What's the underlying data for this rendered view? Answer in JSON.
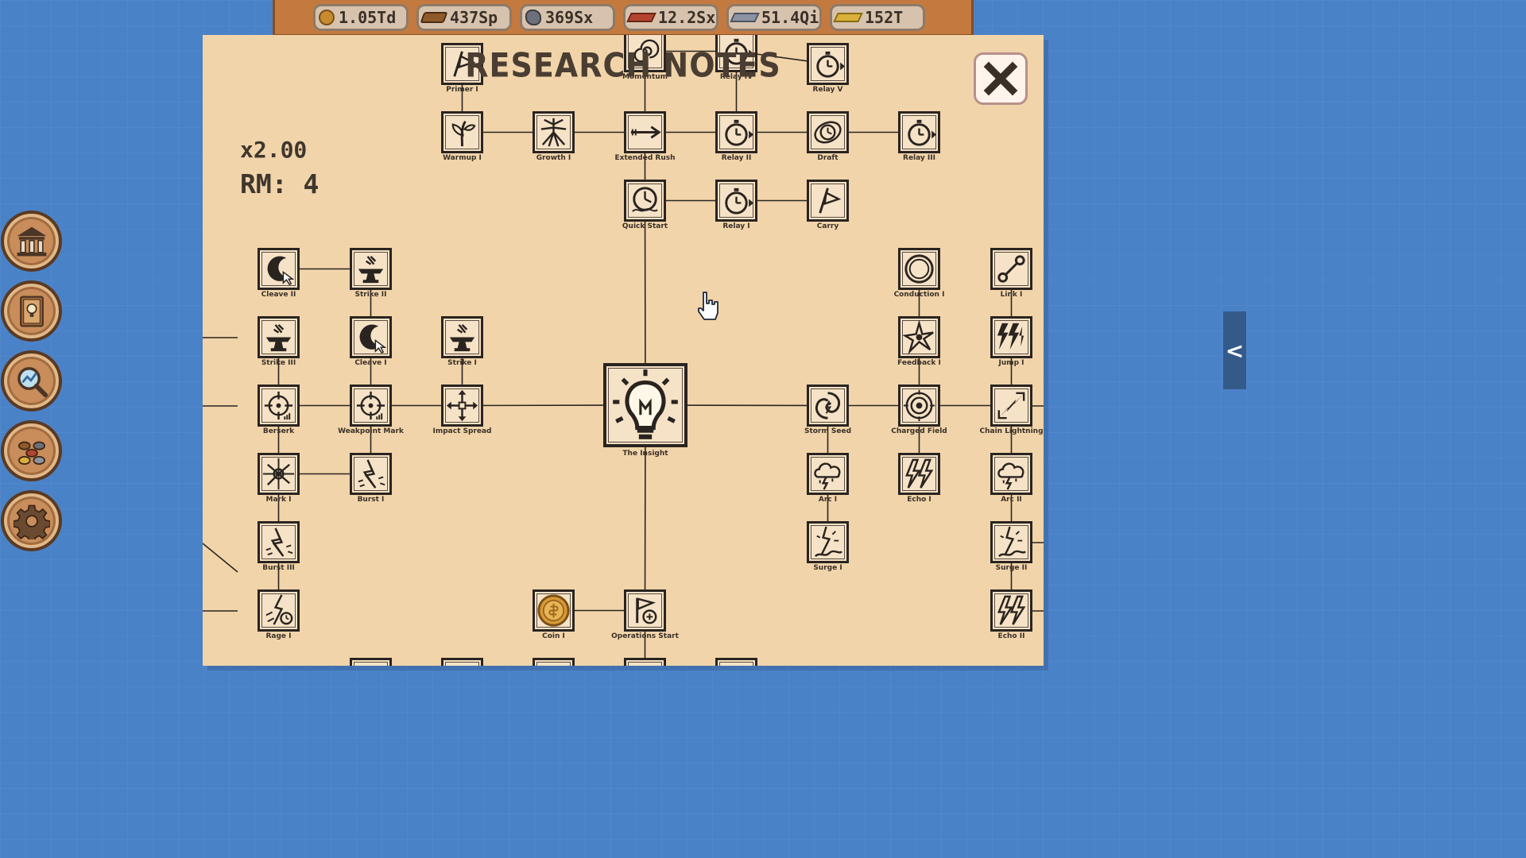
{
  "resources": [
    {
      "name": "coin",
      "value": "1.05Td",
      "icon": "coin-icon"
    },
    {
      "name": "wood",
      "value": "437Sp",
      "icon": "wood-log-icon"
    },
    {
      "name": "stone",
      "value": "369Sx",
      "icon": "stone-icon"
    },
    {
      "name": "brick",
      "value": "12.2Sx",
      "icon": "brick-icon"
    },
    {
      "name": "iron",
      "value": "51.4Qi",
      "icon": "iron-bar-icon"
    },
    {
      "name": "gold",
      "value": "152T",
      "icon": "gold-bar-icon"
    }
  ],
  "panel": {
    "title": "RESEARCH NOTES",
    "multiplier": "x2.00",
    "rm": "RM: 4"
  },
  "nodes": [
    {
      "id": "primer-1",
      "label": "Primer I",
      "icon": "flag-icon"
    },
    {
      "id": "momentum",
      "label": "Momentum",
      "icon": "spiral-icon"
    },
    {
      "id": "relay-4",
      "label": "Relay IV",
      "icon": "stopwatch-icon"
    },
    {
      "id": "relay-5",
      "label": "Relay V",
      "icon": "stopwatch-icon"
    },
    {
      "id": "warmup-1",
      "label": "Warmup I",
      "icon": "sprout-icon"
    },
    {
      "id": "growth-1",
      "label": "Growth I",
      "icon": "roots-icon"
    },
    {
      "id": "extended-rush",
      "label": "Extended Rush",
      "icon": "arrow-icon"
    },
    {
      "id": "relay-2",
      "label": "Relay II",
      "icon": "stopwatch-icon"
    },
    {
      "id": "draft",
      "label": "Draft",
      "icon": "swirl-clock-icon"
    },
    {
      "id": "relay-3",
      "label": "Relay III",
      "icon": "stopwatch-icon"
    },
    {
      "id": "quick-start",
      "label": "Quick Start",
      "icon": "clock-icon"
    },
    {
      "id": "relay-1",
      "label": "Relay I",
      "icon": "stopwatch-icon"
    },
    {
      "id": "carry",
      "label": "Carry",
      "icon": "flag-icon"
    },
    {
      "id": "cleave-2",
      "label": "Cleave II",
      "icon": "cleave-icon"
    },
    {
      "id": "strike-2",
      "label": "Strike II",
      "icon": "anvil-icon"
    },
    {
      "id": "conduction-1",
      "label": "Conduction I",
      "icon": "ring-icon"
    },
    {
      "id": "link-1",
      "label": "Link I",
      "icon": "link-icon"
    },
    {
      "id": "strike-3",
      "label": "Strike III",
      "icon": "anvil-icon"
    },
    {
      "id": "cleave-1",
      "label": "Cleave I",
      "icon": "cleave-icon"
    },
    {
      "id": "strike-1",
      "label": "Strike I",
      "icon": "anvil-icon"
    },
    {
      "id": "feedback-1",
      "label": "Feedback I",
      "icon": "spark-icon"
    },
    {
      "id": "jump-1",
      "label": "Jump I",
      "icon": "lightning-icon"
    },
    {
      "id": "berserk",
      "label": "Berserk",
      "icon": "crosshair-icon"
    },
    {
      "id": "weakpoint-mark",
      "label": "Weakpoint Mark",
      "icon": "crosshair-icon"
    },
    {
      "id": "impact-spread",
      "label": "Impact Spread",
      "icon": "arrows-out-icon"
    },
    {
      "id": "the-insight",
      "label": "The Insight",
      "icon": "lightbulb-icon"
    },
    {
      "id": "storm-seed",
      "label": "Storm Seed",
      "icon": "vortex-icon"
    },
    {
      "id": "charged-field",
      "label": "Charged Field",
      "icon": "target-icon"
    },
    {
      "id": "chain-lightning",
      "label": "Chain Lightning",
      "icon": "chain-bolt-icon"
    },
    {
      "id": "mark-1",
      "label": "Mark I",
      "icon": "burst-cross-icon"
    },
    {
      "id": "burst-1",
      "label": "Burst I",
      "icon": "burst-icon"
    },
    {
      "id": "arc-1",
      "label": "Arc I",
      "icon": "storm-cloud-icon"
    },
    {
      "id": "echo-1",
      "label": "Echo I",
      "icon": "double-bolt-icon"
    },
    {
      "id": "arc-2",
      "label": "Arc II",
      "icon": "storm-cloud-icon"
    },
    {
      "id": "burst-3",
      "label": "Burst III",
      "icon": "burst-icon"
    },
    {
      "id": "surge-1",
      "label": "Surge I",
      "icon": "surge-icon"
    },
    {
      "id": "surge-2",
      "label": "Surge II",
      "icon": "surge-icon"
    },
    {
      "id": "rage-1",
      "label": "Rage I",
      "icon": "rage-icon"
    },
    {
      "id": "coin-1",
      "label": "Coin I",
      "icon": "coin-icon"
    },
    {
      "id": "operations-start",
      "label": "Operations Start",
      "icon": "flag-hand-icon"
    },
    {
      "id": "echo-2",
      "label": "Echo II",
      "icon": "double-bolt-icon"
    },
    {
      "id": "stone-node",
      "label": "",
      "icon": "stone-icon"
    },
    {
      "id": "log-node-1",
      "label": "",
      "icon": "wood-log-icon"
    },
    {
      "id": "log-node-2",
      "label": "",
      "icon": "wood-log-icon"
    },
    {
      "id": "clapper-node",
      "label": "",
      "icon": "clapperboard-icon"
    },
    {
      "id": "paw-node",
      "label": "",
      "icon": "paw-icon"
    }
  ],
  "side_menu": [
    {
      "id": "museum",
      "icon": "museum-icon"
    },
    {
      "id": "research-book",
      "icon": "lightbulb-book-icon"
    },
    {
      "id": "analytics",
      "icon": "magnifier-chart-icon"
    },
    {
      "id": "resources",
      "icon": "resource-pile-icon"
    },
    {
      "id": "settings",
      "icon": "gear-icon"
    }
  ],
  "expand_tab": {
    "label": "<"
  },
  "colors": {
    "background": "#4a82c8",
    "panel": "#f1d4aa",
    "node_border": "#2a2420",
    "resource_bar": "#c47a3e",
    "side_button": "#c88d5a"
  }
}
